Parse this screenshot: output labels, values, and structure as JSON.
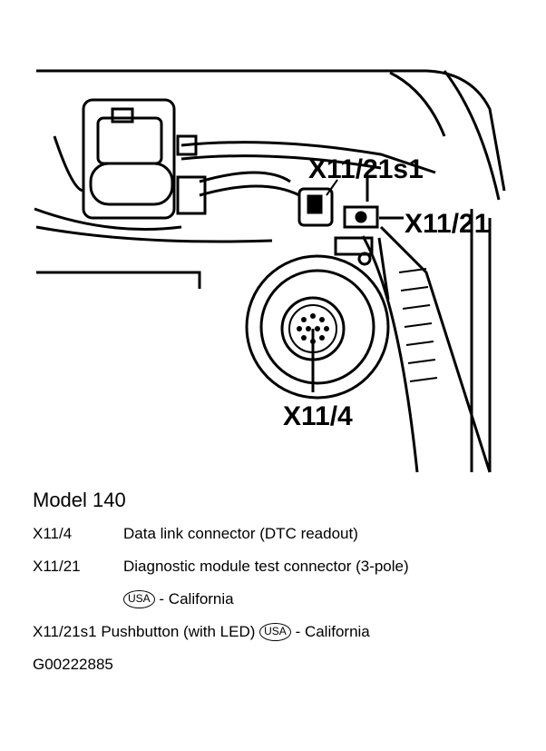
{
  "callouts": {
    "x11_21s1": "X11/21s1",
    "x11_21": "X11/21",
    "x11_4": "X11/4"
  },
  "legend": {
    "title": "Model 140",
    "items": [
      {
        "code": "X11/4",
        "description": "Data link connector (DTC readout)"
      },
      {
        "code": "X11/21",
        "description": "Diagnostic module test connector (3-pole)"
      },
      {
        "badge": "USA",
        "suffix": "- California"
      },
      {
        "code": "X11/21s1",
        "description": "Pushbutton (with LED)",
        "badge": "USA",
        "suffix": "- California"
      }
    ],
    "figure_id": "G00222885"
  },
  "icons": [
    "usa-badge-icon"
  ]
}
